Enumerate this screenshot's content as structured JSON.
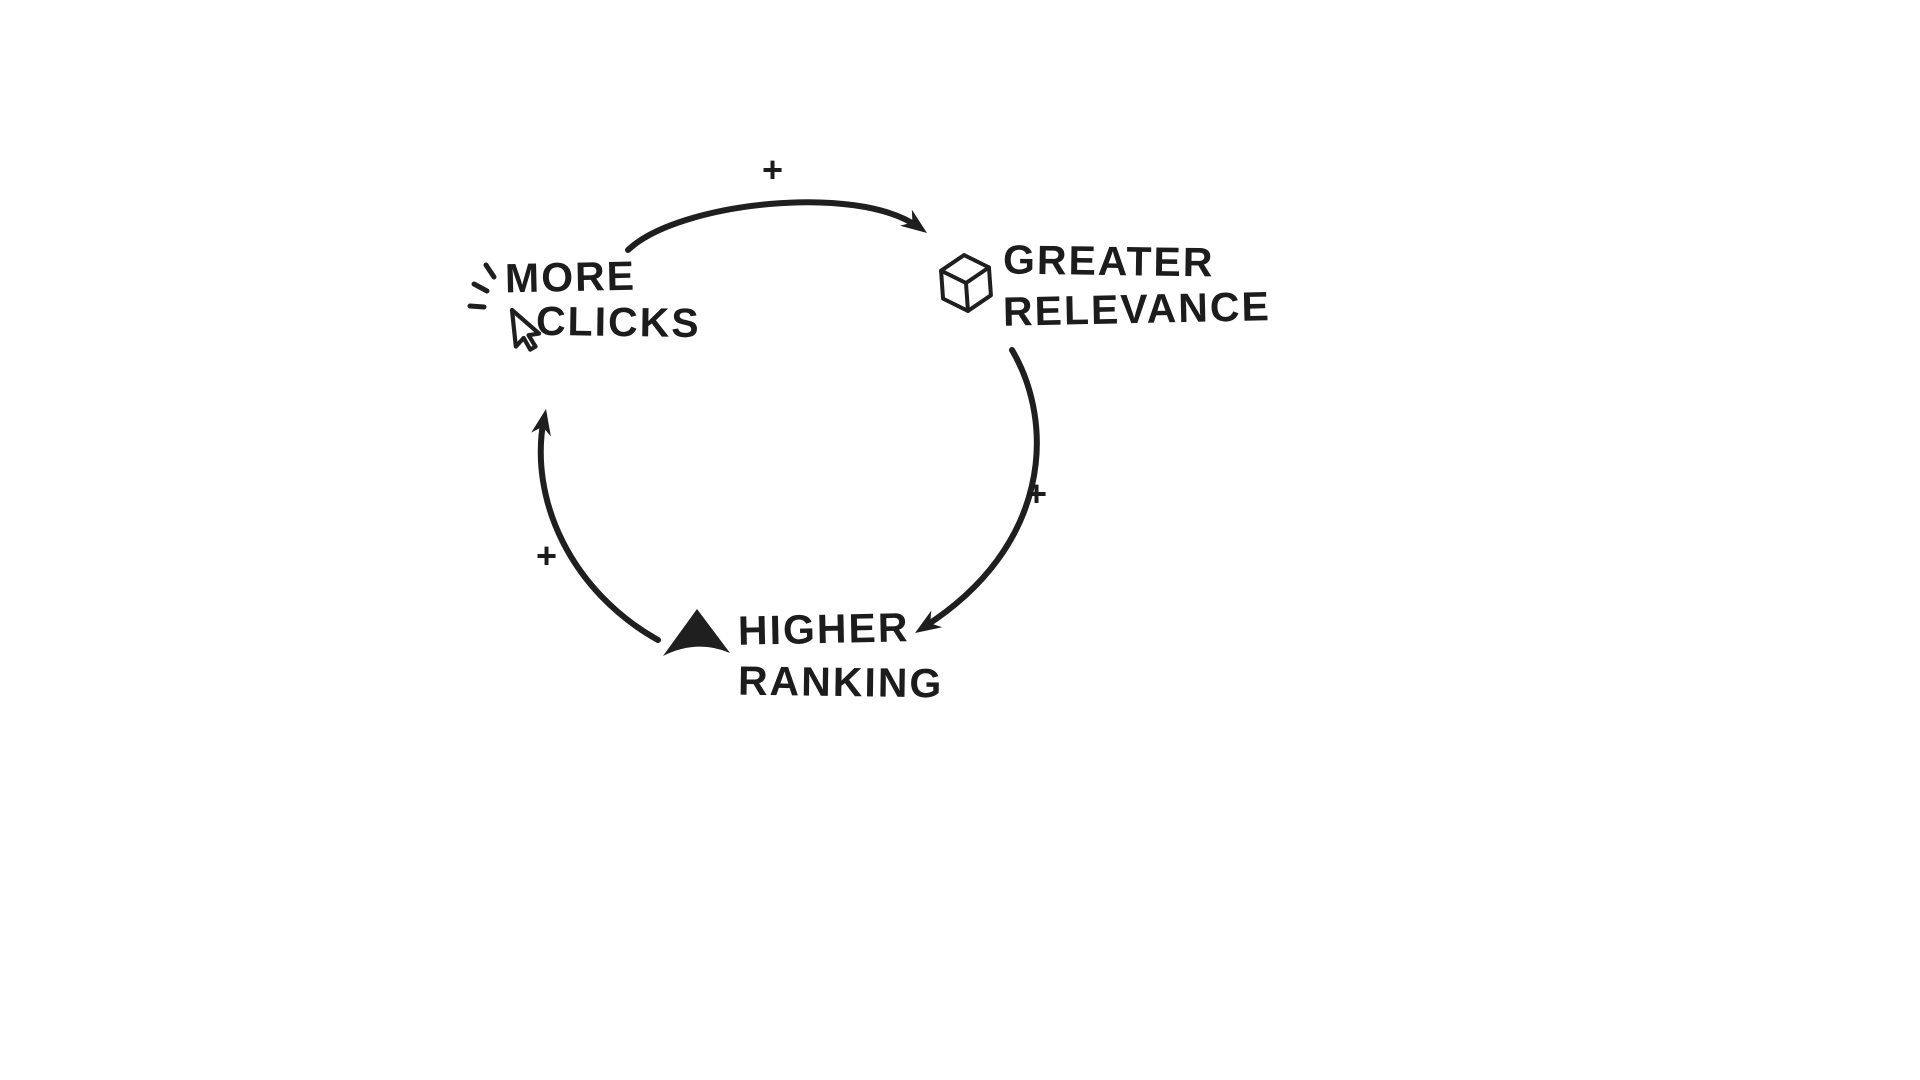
{
  "diagram": {
    "type": "causal-loop",
    "colors": {
      "ink": "#1f1f1f",
      "background": "#ffffff"
    },
    "nodes": [
      {
        "id": "more-clicks",
        "icon": "cursor-icon",
        "lines": [
          "MORE",
          "CLICKS"
        ]
      },
      {
        "id": "greater-relevance",
        "icon": "cube-icon",
        "lines": [
          "GREATER",
          "RELEVANCE"
        ]
      },
      {
        "id": "higher-ranking",
        "icon": "arrow-up-icon",
        "lines": [
          "HIGHER",
          "RANKING"
        ]
      }
    ],
    "edges": [
      {
        "from": "more-clicks",
        "to": "greater-relevance",
        "sign": "+"
      },
      {
        "from": "greater-relevance",
        "to": "higher-ranking",
        "sign": "+"
      },
      {
        "from": "higher-ranking",
        "to": "more-clicks",
        "sign": "+"
      }
    ]
  }
}
